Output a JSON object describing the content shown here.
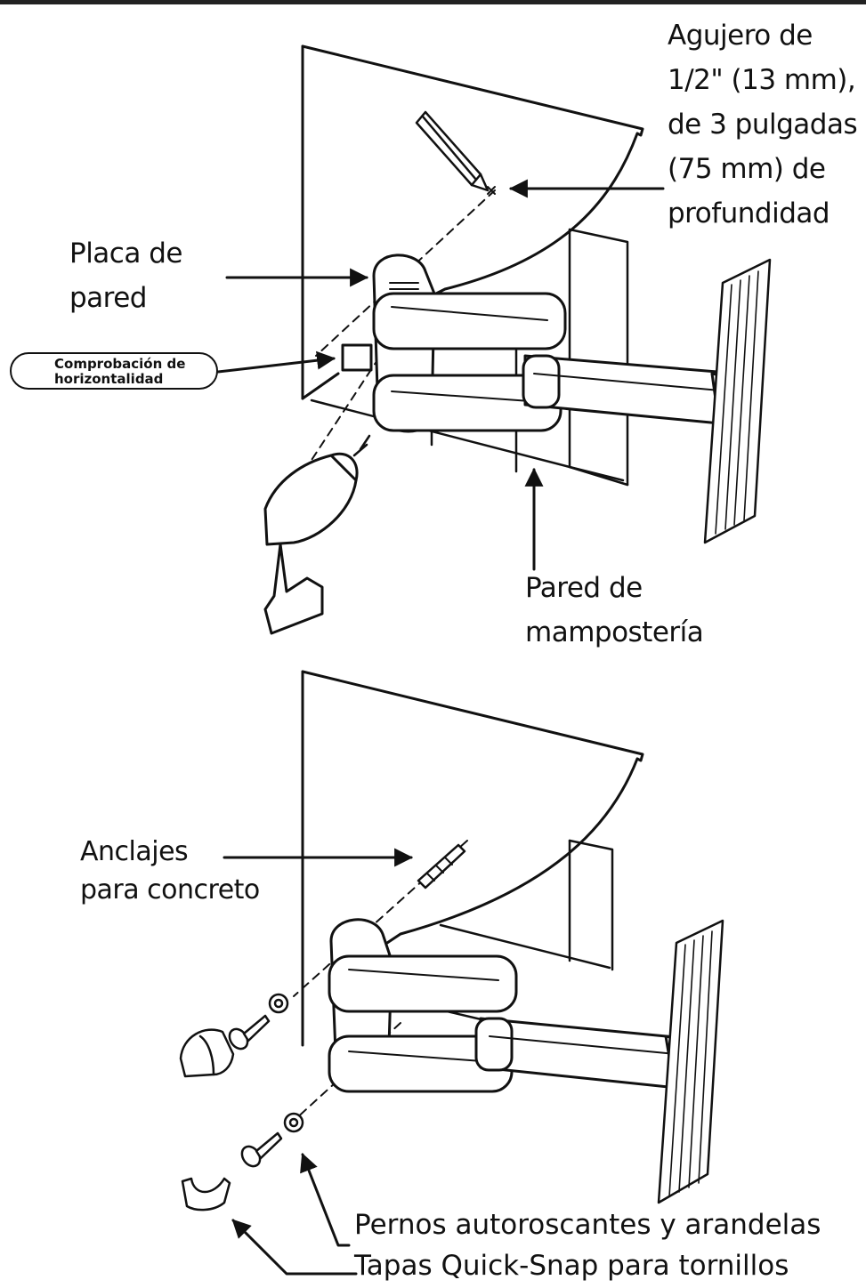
{
  "labels": {
    "hole_spec": [
      "Agujero de",
      "1/2\" (13 mm),",
      "de 3 pulgadas",
      "(75 mm) de",
      "profundidad"
    ],
    "wall_plate": [
      "Placa de",
      "pared"
    ],
    "level_check": "Comprobación de\nhorizontalidad",
    "masonry_wall": [
      "Pared de",
      "mampostería"
    ],
    "concrete_anchors": [
      "Anclajes",
      "para concreto"
    ],
    "lag_bolts": "Pernos autoroscantes y arandelas",
    "screw_caps": "Tapas Quick-Snap para tornillos"
  },
  "icons": {
    "pencil": "pencil-icon",
    "drill": "drill-icon",
    "anchor": "concrete-anchor-icon",
    "bolt": "lag-bolt-icon",
    "washer": "washer-icon",
    "cap": "screw-cap-icon",
    "mount": "wall-mount-arm-icon"
  },
  "colors": {
    "line": "#111111",
    "background": "#ffffff",
    "top_bar": "#222222"
  }
}
